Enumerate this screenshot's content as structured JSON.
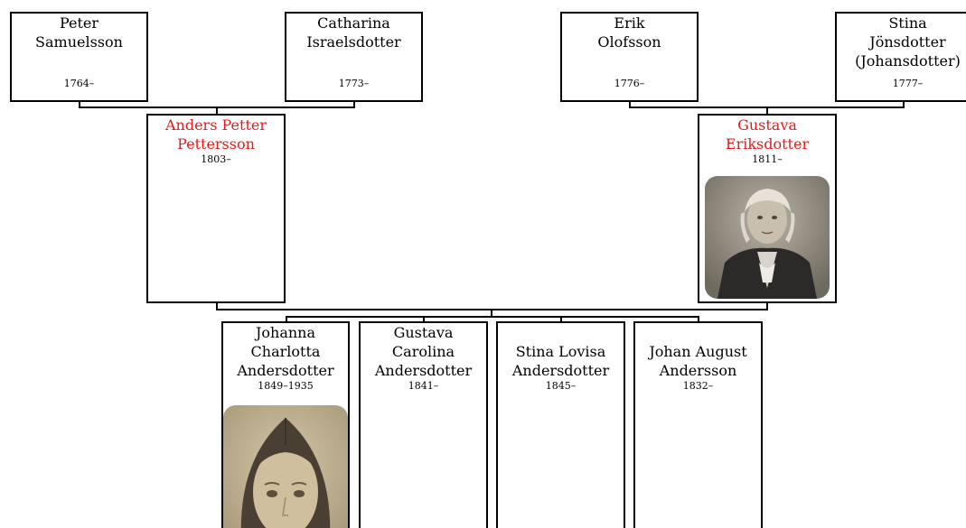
{
  "grandparents": [
    {
      "name": "Peter\nSamuelsson",
      "dates": "1764–"
    },
    {
      "name": "Catharina\nIsraelsdotter",
      "dates": "1773–"
    },
    {
      "name": "Erik\nOlofsson",
      "dates": "1776–"
    },
    {
      "name": "Stina\nJönsdotter\n(Johansdotter)",
      "dates": "1777–"
    }
  ],
  "parents": [
    {
      "name": "Anders Petter\nPettersson",
      "dates": "1803–"
    },
    {
      "name": "Gustava\nEriksdotter",
      "dates": "1811–"
    }
  ],
  "children": [
    {
      "name": "Johanna\nCharlotta\nAndersdotter",
      "dates": "1849–1935"
    },
    {
      "name": "Gustava\nCarolina\nAndersdotter",
      "dates": "1841–"
    },
    {
      "name": "Stina Lovisa\nAndersdotter",
      "dates": "1845–"
    },
    {
      "name": "Johan August\nAndersson",
      "dates": "1832–"
    }
  ],
  "colors": {
    "highlight": "#e51b1b",
    "line": "#000000",
    "photo_tone": "#8a7a5e"
  }
}
